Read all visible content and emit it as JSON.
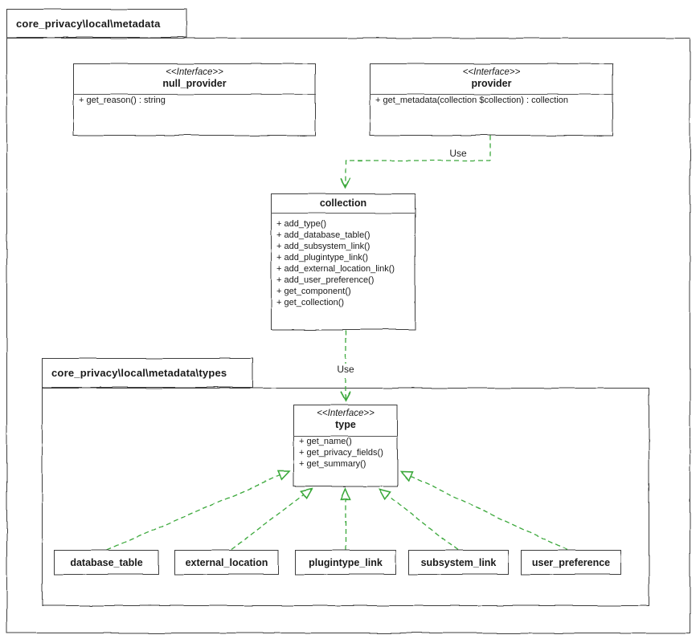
{
  "packages": {
    "outer": {
      "label": "core_privacy\\local\\metadata"
    },
    "types": {
      "label": "core_privacy\\local\\metadata\\types"
    }
  },
  "classes": {
    "null_provider": {
      "stereotype": "<<Interface>>",
      "name": "null_provider",
      "members": [
        "+ get_reason() : string"
      ]
    },
    "provider": {
      "stereotype": "<<Interface>>",
      "name": "provider",
      "members": [
        "+ get_metadata(collection $collection) : collection"
      ]
    },
    "collection": {
      "name": "collection",
      "members": [
        "+ add_type()",
        "+ add_database_table()",
        "+ add_subsystem_link()",
        "+ add_plugintype_link()",
        "+ add_external_location_link()",
        "+ add_user_preference()",
        "+ get_component()",
        "+ get_collection()"
      ]
    },
    "type": {
      "stereotype": "<<Interface>>",
      "name": "type",
      "members": [
        "+ get_name()",
        "+ get_privacy_fields()",
        "+ get_summary()"
      ]
    },
    "subtypes": [
      "database_table",
      "external_location",
      "plugintype_link",
      "subsystem_link",
      "user_preference"
    ]
  },
  "edges": {
    "use_provider_collection_label": "Use",
    "use_collection_type_label": "Use"
  },
  "colors": {
    "arrow_green": "#3aa83a",
    "border_gray": "#3c3c3c"
  }
}
